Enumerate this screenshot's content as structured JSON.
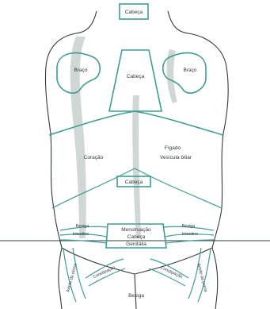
{
  "colors": {
    "zone_stroke": "#3f9d93",
    "outline": "#2f3a3a",
    "shading": "#a9b6b2"
  },
  "labels": {
    "head_top": "Cabeça",
    "arm_left": "Braço",
    "arm_right": "Braço",
    "head_center": "Cabeça",
    "heart": "Coração",
    "liver": "Fígado",
    "gallbladder": "Vesícula biliar",
    "head_mid": "Cabeça",
    "bladder_left": "Bexiga",
    "intestine_left": "Intestino",
    "menstruation": "Menstruação",
    "head_lower": "Cabeça",
    "genitals": "Genitália",
    "bladder_right": "Bexiga",
    "intestine_right": "Intestino",
    "constipation_left": "Constipação",
    "constipation_right": "Constipação",
    "legs_left": "Artrite da perna",
    "legs_right": "Artrite da perna",
    "sacrum": "Bexiga"
  }
}
